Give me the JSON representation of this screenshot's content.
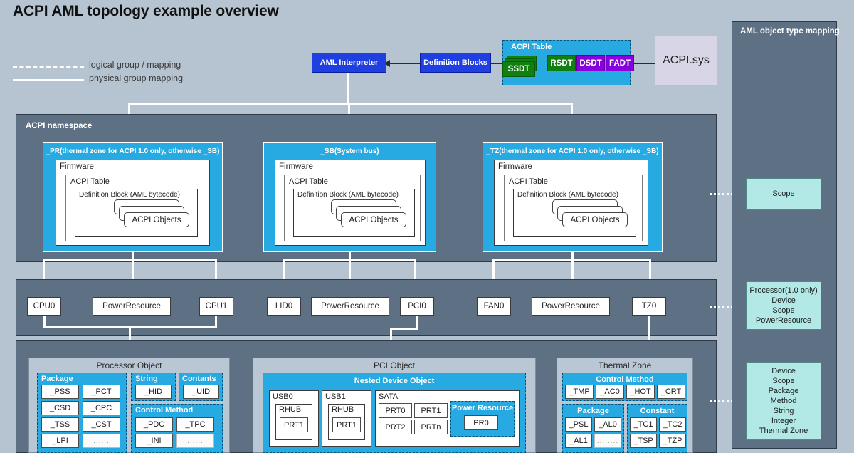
{
  "page": {
    "title": "ACPI AML topology example overview",
    "background": "#b6c4d2"
  },
  "legend": {
    "logical": "logical group / mapping",
    "physical": "physical group mapping"
  },
  "top_flow": {
    "aml_interpreter": "AML Interpreter",
    "definition_blocks": "Definition Blocks",
    "acpi_table_label": "ACPI Table",
    "tables": [
      {
        "name": "SSDT",
        "color": "#108010"
      },
      {
        "name": "RSDT",
        "color": "#108010"
      },
      {
        "name": "DSDT",
        "color": "#8800dd"
      },
      {
        "name": "FADT",
        "color": "#8800dd"
      }
    ],
    "driver": "ACPI.sys"
  },
  "namespace": {
    "label": "ACPI namespace",
    "scopes": [
      {
        "title": "_PR(thermal zone for ACPI 1.0 only, otherwise _SB)",
        "firmware": "Firmware",
        "acpi_table": "ACPI Table",
        "definition_block": "Definition Block (AML bytecode)",
        "objects": "ACPI Objects"
      },
      {
        "title": "_SB(System bus)",
        "firmware": "Firmware",
        "acpi_table": "ACPI Table",
        "definition_block": "Definition Block (AML bytecode)",
        "objects": "ACPI Objects"
      },
      {
        "title": "_TZ(thermal zone for ACPI 1.0 only, otherwise _SB)",
        "firmware": "Firmware",
        "acpi_table": "ACPI Table",
        "definition_block": "Definition Block (AML bytecode)",
        "objects": "ACPI Objects"
      }
    ]
  },
  "device_row": {
    "nodes": [
      "CPU0",
      "PowerResource",
      "CPU1",
      "LID0",
      "PowerResource",
      "PCI0",
      "FAN0",
      "PowerResource",
      "TZ0"
    ]
  },
  "objects": {
    "processor": {
      "title": "Processor Object",
      "groups": [
        {
          "name": "Package",
          "items": [
            "_PSS",
            "_PCT",
            "_CSD",
            "_CPC",
            "_TSS",
            "_CST",
            "_LPI",
            "......"
          ]
        },
        {
          "name": "String",
          "items": [
            "_HID"
          ]
        },
        {
          "name": "Contants",
          "items": [
            "_UID"
          ]
        },
        {
          "name": "Control Method",
          "items": [
            "_PDC",
            "_TPC",
            "_INI",
            "......"
          ]
        }
      ]
    },
    "pci": {
      "title": "PCI Object",
      "nested_label": "Nested Device Object",
      "devices": [
        {
          "name": "USB0",
          "child": "RHUB",
          "ports": [
            "PRT1"
          ]
        },
        {
          "name": "USB1",
          "child": "RHUB",
          "ports": [
            "PRT1"
          ]
        },
        {
          "name": "SATA",
          "ports": [
            "PRT0",
            "PRT1",
            "PRT2",
            "PRTn"
          ],
          "power_resource": {
            "name": "Power Resource",
            "items": [
              "PR0"
            ]
          }
        }
      ]
    },
    "thermal": {
      "title": "Thermal Zone",
      "groups": [
        {
          "name": "Control Method",
          "items": [
            "_TMP",
            "_AC0",
            "_HOT",
            "_CRT"
          ]
        },
        {
          "name": "Package",
          "items": [
            "_PSL",
            "_AL0",
            "_AL1",
            "........"
          ]
        },
        {
          "name": "Constant",
          "items": [
            "_TC1",
            "_TC2",
            "_TSP",
            "_TZP"
          ]
        }
      ]
    }
  },
  "mapping_panel": {
    "title": "AML object type mapping",
    "cards": [
      {
        "lines": [
          "Scope"
        ]
      },
      {
        "lines": [
          "Processor(1.0 only)",
          "Device",
          "Scope",
          "PowerResource"
        ]
      },
      {
        "lines": [
          "Device",
          "Scope",
          "Package",
          "Method",
          "String",
          "Integer",
          "Thermal Zone"
        ]
      }
    ]
  }
}
